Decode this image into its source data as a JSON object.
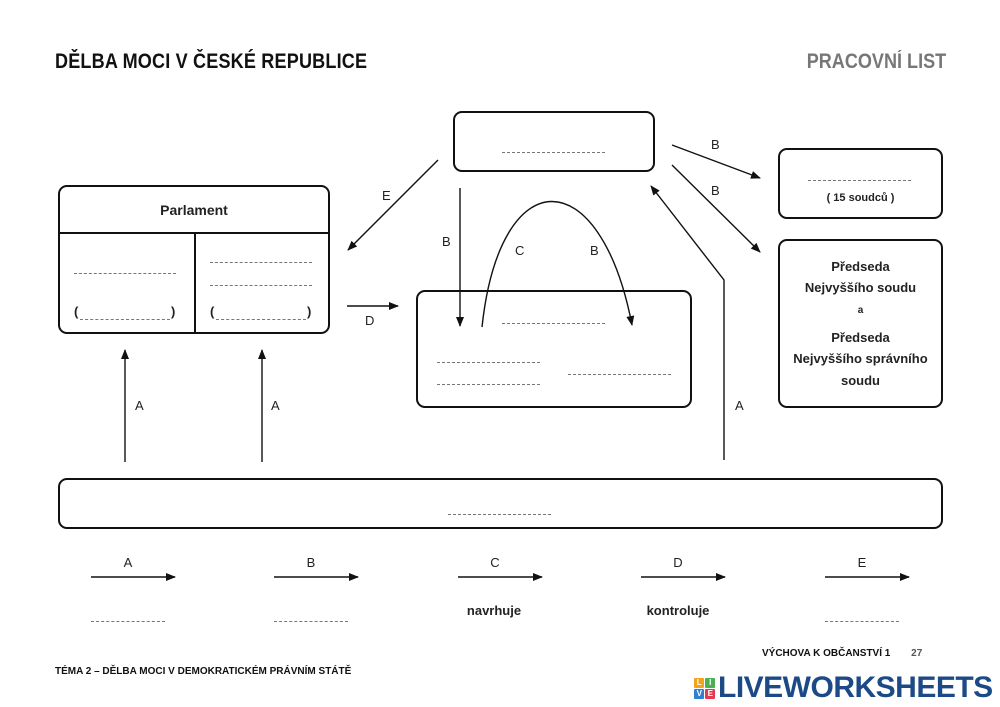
{
  "header": {
    "title": "DĚLBA MOCI V ČESKÉ REPUBLICE",
    "subtitle": "PRACOVNÍ LIST"
  },
  "parlament": {
    "title": "Parlament",
    "paren_open": "(",
    "paren_close": ")"
  },
  "judges_box": {
    "note": "( 15 soudců )"
  },
  "presidents_box": {
    "line1": "Předseda",
    "line2": "Nejvyššího soudu",
    "line3": "a",
    "line4": "Předseda",
    "line5": "Nejvyššího správního",
    "line6": "soudu"
  },
  "arrow_labels": {
    "e": "E",
    "b1": "B",
    "b2": "B",
    "b3": "B",
    "c": "C",
    "b4": "B",
    "d": "D",
    "a1": "A",
    "a2": "A",
    "a3": "A"
  },
  "legend": [
    {
      "letter": "A",
      "text": ""
    },
    {
      "letter": "B",
      "text": ""
    },
    {
      "letter": "C",
      "text": "navrhuje"
    },
    {
      "letter": "D",
      "text": "kontroluje"
    },
    {
      "letter": "E",
      "text": ""
    }
  ],
  "footer": {
    "left": "TÉMA 2 – DĚLBA MOCI V DEMOKRATICKÉM PRÁVNÍM STÁTĚ",
    "right": "VÝCHOVA K OBČANSTVÍ 1",
    "page": "27"
  },
  "watermark": {
    "text": "LIVEWORKSHEETS",
    "colors": [
      "#f2a21b",
      "#4caf50",
      "#2f80d1",
      "#e53950"
    ]
  }
}
